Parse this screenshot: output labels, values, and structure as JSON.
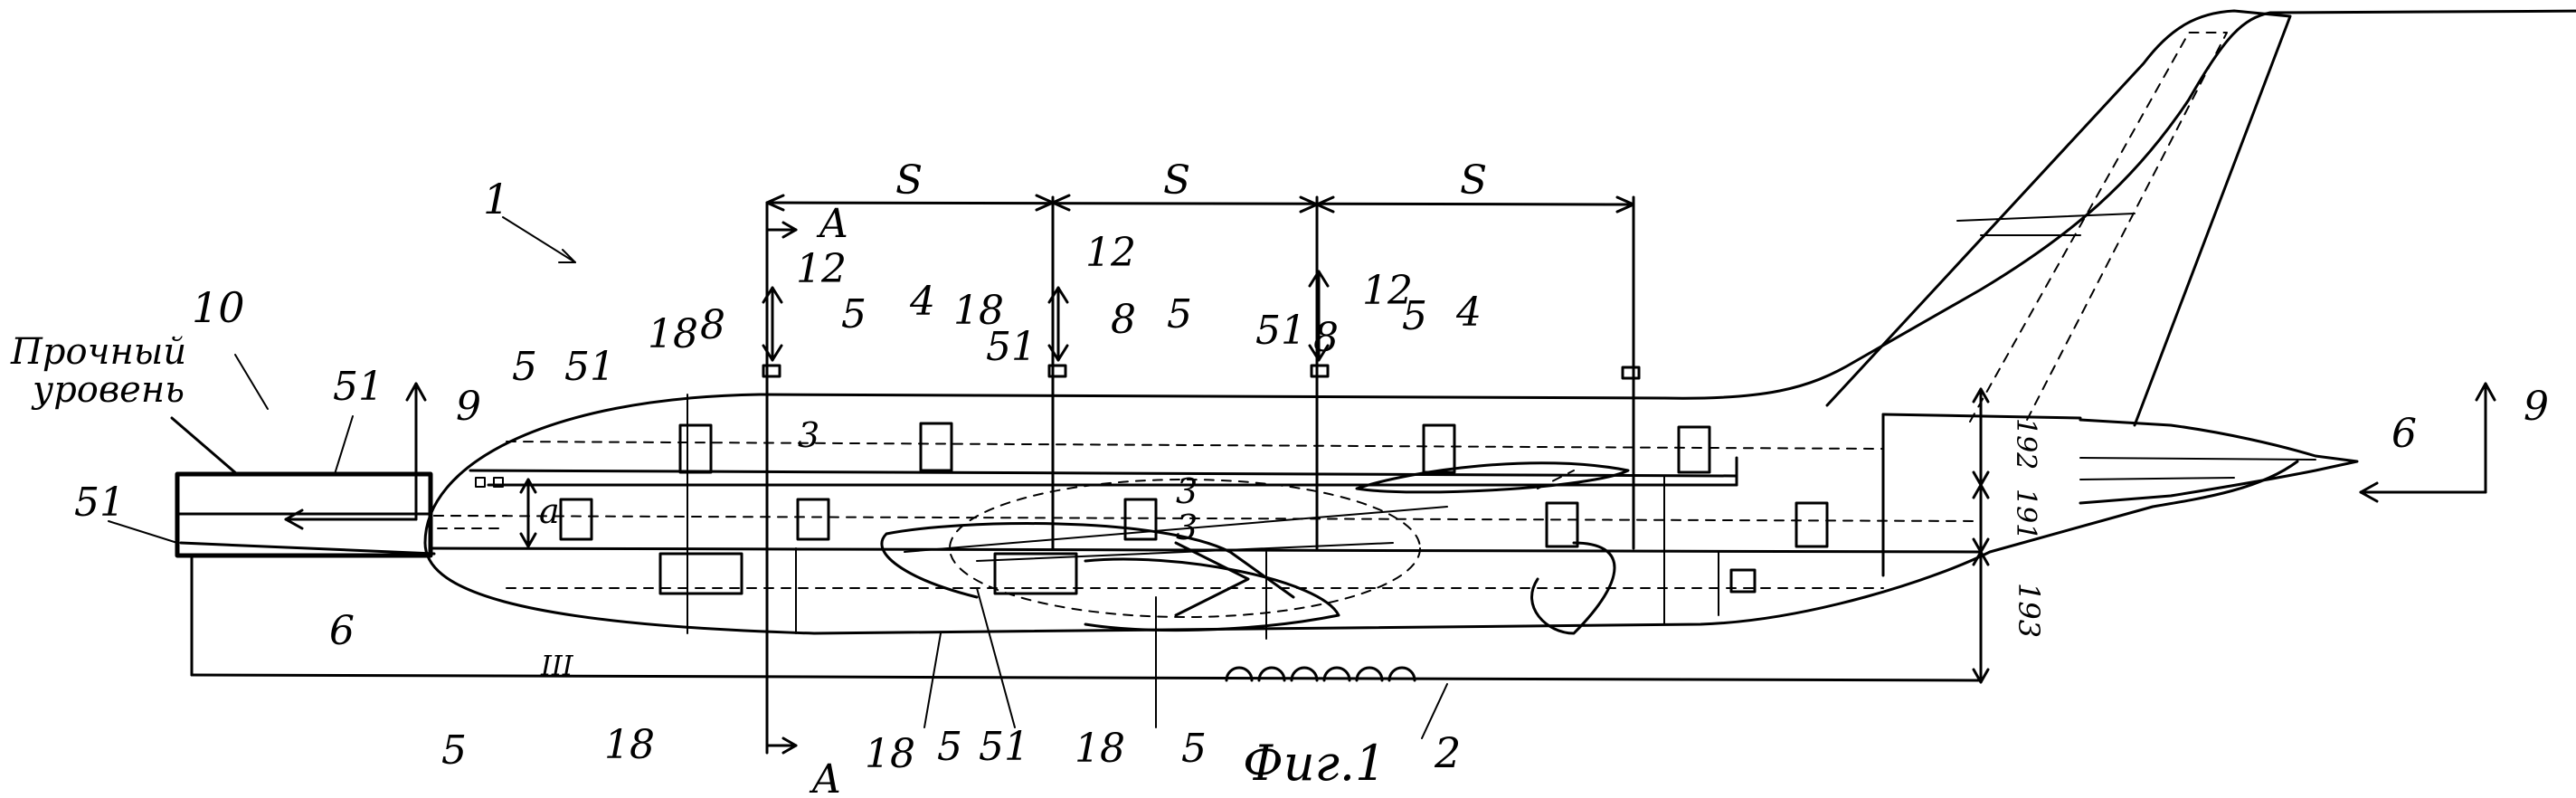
{
  "figure": {
    "caption": "Фиг.1",
    "ground_level_text": [
      "Прочный",
      "уровень"
    ],
    "section_letter": "A",
    "spacing_label": "S",
    "height_mark": "a",
    "sublevel_label": "3",
    "gear_mark": "III",
    "reference_numbers": {
      "aircraft": "1",
      "ground_line": "2",
      "upper_contour": "4",
      "deck": "5",
      "sub_deck": "51",
      "dash_51": "51",
      "direction_x": "6",
      "frame": "8",
      "direction_y": "9",
      "hangar": "10",
      "support": "12",
      "cell": "18",
      "frame_8_deck": "5 18",
      "level_191": "191",
      "level_192": "192",
      "level_193": "193"
    }
  }
}
